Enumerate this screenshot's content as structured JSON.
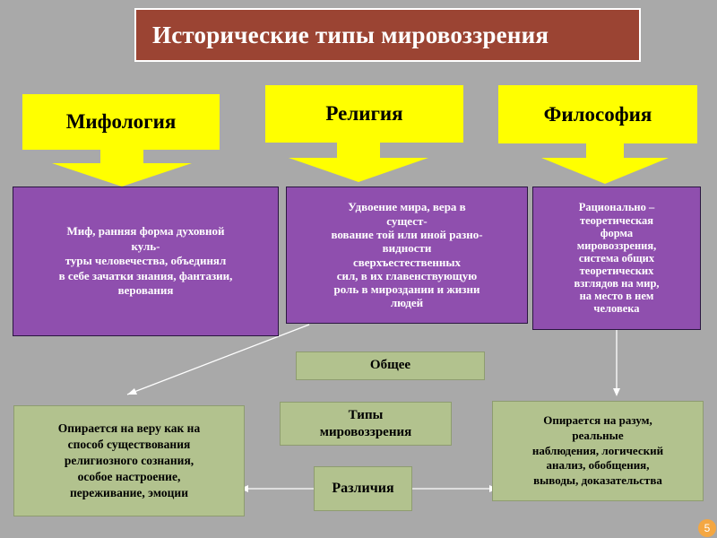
{
  "title": "Исторические типы мировоззрения",
  "types": [
    {
      "label": "Мифология",
      "description": "Миф, ранняя форма духовной\nкуль-\nтуры человечества, объединял\nв себе зачатки знания, фантазии,\nверования"
    },
    {
      "label": "Религия",
      "description": "Удвоение мира, вера в\nсущест-\nвование той или иной разно-\nвидности\nсверхъестественных\nсил, в их главенствующую\nроль в мироздании и жизни\nлюдей"
    },
    {
      "label": "Философия",
      "description": "Рационально –\nтеоретическая\nформа\nмировоззрения,\nсистема общих\nтеоретических\nвзглядов на мир,\nна место в нем\nчеловека"
    }
  ],
  "common_label": "Общее",
  "center_label": "Типы\nмировоззрения",
  "differences_label": "Различия",
  "left_note": "Опирается на веру как на\nспособ существования\nрелигиозного сознания,\nособое настроение,\nпереживание, эмоции",
  "right_note": "Опирается на разум,\nреальные\nнаблюдения, логический\nанализ, обобщения,\nвыводы, доказательства",
  "page_number": "5",
  "colors": {
    "background": "#a9a9a9",
    "title_fill": "#9b4433",
    "header_fill": "#ffff00",
    "description_fill": "#8f4fae",
    "note_fill": "#b2c28e"
  }
}
